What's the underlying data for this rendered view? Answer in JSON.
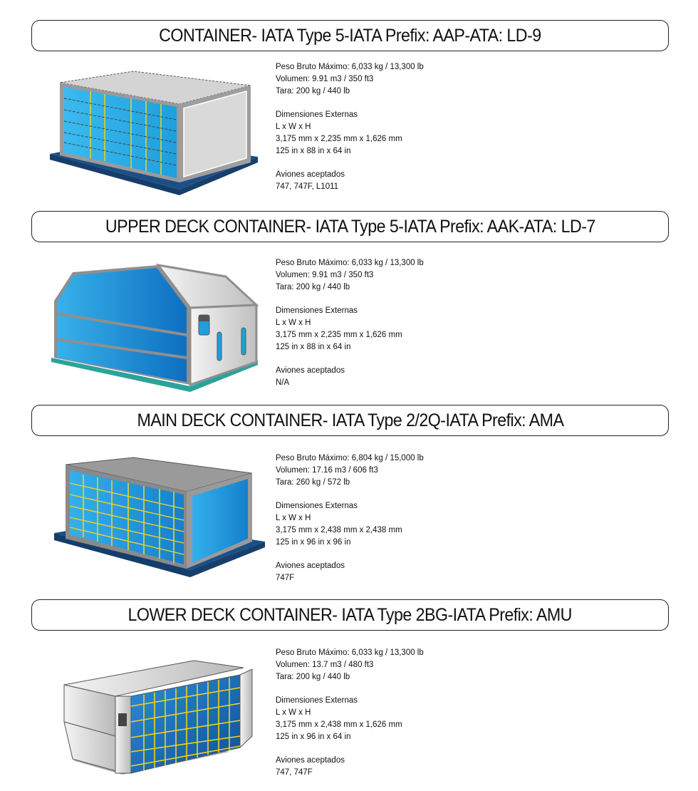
{
  "sections": [
    {
      "title": "CONTAINER- IATA Type 5-IATA Prefix: AAP-ATA: LD-9",
      "illustration": "ld9-container-with-blue-net-doors",
      "specs": {
        "peso_bruto": "Peso Bruto Máximo: 6,033 kg / 13,300 lb",
        "volumen": "Volumen: 9.91 m3 / 350 ft3",
        "tara": "Tara: 200 kg / 440 lb",
        "dim_label": "Dimensiones Externas",
        "dim_axes": "L x W x H",
        "dim_mm": "3,175 mm x 2,235 mm x 1,626 mm",
        "dim_in": "125 in x 88 in x 64 in",
        "aviones_label": "Aviones aceptados",
        "aviones": "747, 747F, L1011"
      }
    },
    {
      "title": "UPPER DECK CONTAINER- IATA Type 5-IATA Prefix: AAK-ATA: LD-7",
      "illustration": "ld7-contoured-upper-deck-container",
      "specs": {
        "peso_bruto": "Peso Bruto Máximo: 6,033 kg / 13,300 lb",
        "volumen": "Volumen: 9.91 m3 / 350 ft3",
        "tara": "Tara: 200 kg / 440 lb",
        "dim_label": "Dimensiones Externas",
        "dim_axes": "L x W x H",
        "dim_mm": "3,175 mm x 2,235 mm x 1,626 mm",
        "dim_in": "125 in x 88 in x 64 in",
        "aviones_label": "Aviones aceptados",
        "aviones": "N/A"
      }
    },
    {
      "title": "MAIN DECK CONTAINER- IATA Type 2/2Q-IATA Prefix: AMA",
      "illustration": "ama-main-deck-container-with-yellow-net",
      "specs": {
        "peso_bruto": "Peso Bruto Máximo: 6,804 kg / 15,000 lb",
        "volumen": "Volumen: 17.16 m3 / 606 ft3",
        "tara": "Tara: 260 kg / 572 lb",
        "dim_label": "Dimensiones Externas",
        "dim_axes": "L x W x H",
        "dim_mm": "3,175 mm x 2,438 mm x 2,438 mm",
        "dim_in": "125 in x 96 in x 96 in",
        "aviones_label": "Aviones aceptados",
        "aviones": "747F"
      }
    },
    {
      "title": "LOWER DECK CONTAINER- IATA Type 2BG-IATA Prefix: AMU",
      "illustration": "amu-lower-deck-container-with-yellow-net",
      "specs": {
        "peso_bruto": "Peso Bruto Máximo: 6,033 kg / 13,300 lb",
        "volumen": "Volumen: 13.7 m3 / 480 ft3",
        "tara": "Tara: 200 kg / 440 lb",
        "dim_label": "Dimensiones Externas",
        "dim_axes": "L x W x H",
        "dim_mm": "3,175 mm x 2,438 mm x 1,626 mm",
        "dim_in": "125 in x 96 in x 64 in",
        "aviones_label": "Aviones aceptados",
        "aviones": "747, 747F"
      }
    }
  ],
  "colors": {
    "blue_panel": "#2aa8e6",
    "dark_blue_base": "#1c4f86",
    "teal_base": "#2aa39a",
    "gray_frame": "#9a9a9a",
    "light_gray": "#d8d8d8",
    "net_yellow": "#f2d21b"
  }
}
